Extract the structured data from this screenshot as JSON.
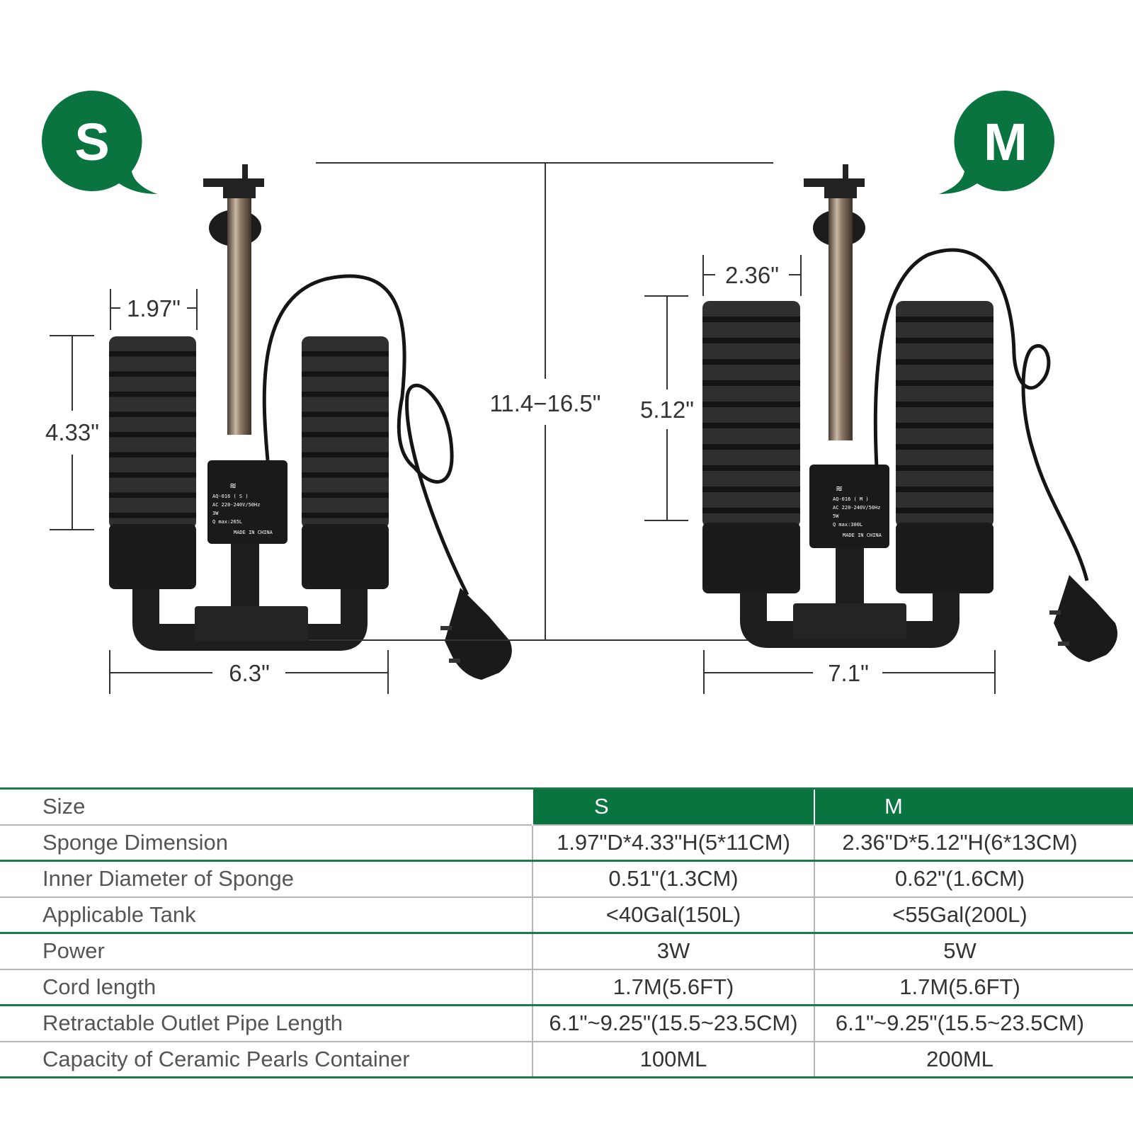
{
  "colors": {
    "brand_green": "#0a7440",
    "rule_green": "#1b7a49",
    "sponge": "#2b2b2b",
    "body": "#1c1c1c"
  },
  "models": {
    "s": {
      "badge": "S",
      "sponge_diameter": "1.97\"",
      "sponge_height": "4.33\"",
      "width": "6.3\"",
      "label": {
        "model": "AQ-016 ( S )",
        "voltage": "AC 220-240V/50Hz",
        "power": "3W",
        "qmax": "Q max:265L",
        "origin": "MADE IN CHINA"
      }
    },
    "m": {
      "badge": "M",
      "sponge_diameter": "2.36\"",
      "sponge_height": "5.12\"",
      "width": "7.1\"",
      "label": {
        "model": "AQ-016 ( M )",
        "voltage": "AC 220-240V/50Hz",
        "power": "5W",
        "qmax": "Q max:300L",
        "origin": "MADE IN CHINA"
      }
    }
  },
  "total_height": "11.4−16.5\"",
  "table": {
    "header": [
      "Size",
      "S",
      "M"
    ],
    "rows": [
      [
        "Sponge Dimension",
        "1.97\"D*4.33\"H(5*11CM)",
        "2.36\"D*5.12\"H(6*13CM)"
      ],
      [
        "Inner Diameter of Sponge",
        "0.51\"(1.3CM)",
        "0.62\"(1.6CM)"
      ],
      [
        "Applicable Tank",
        "<40Gal(150L)",
        "<55Gal(200L)"
      ],
      [
        "Power",
        "3W",
        "5W"
      ],
      [
        "Cord length",
        "1.7M(5.6FT)",
        "1.7M(5.6FT)"
      ],
      [
        "Retractable Outlet Pipe Length",
        "6.1\"~9.25\"(15.5~23.5CM)",
        "6.1\"~9.25\"(15.5~23.5CM)"
      ],
      [
        "Capacity of Ceramic Pearls Container",
        "100ML",
        "200ML"
      ]
    ]
  }
}
